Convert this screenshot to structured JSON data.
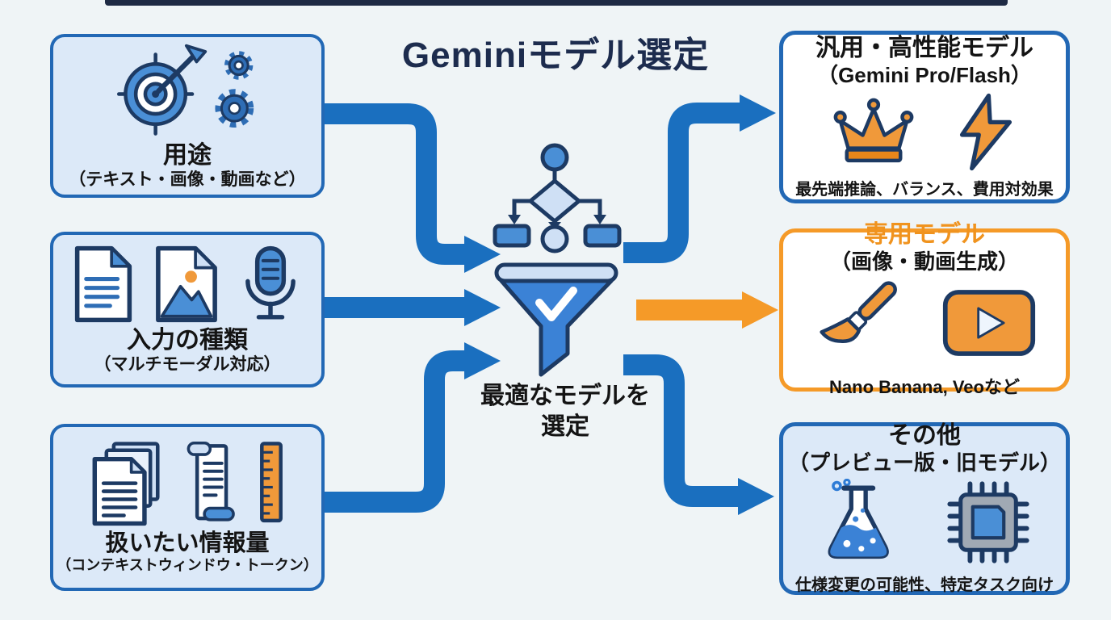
{
  "title": "Geminiモデル選定",
  "colors": {
    "background": "#eff4f6",
    "box_fill": "#dce9f8",
    "border_blue": "#2268b5",
    "arrow_blue": "#1a6fbf",
    "arrow_orange": "#f59a28",
    "icon_navy": "#1d3a63",
    "icon_blue": "#4a8fd6",
    "icon_blue_dark": "#2e6db5",
    "icon_light_blue": "#cfe0f5",
    "icon_orange": "#f0993a",
    "title_navy": "#1d2c4e",
    "heading_orange": "#f0931e"
  },
  "center": {
    "line1": "最適なモデルを",
    "line2": "選定",
    "icon": "funnel-flowchart-icon"
  },
  "inputs": [
    {
      "label": "用途",
      "sub": "（テキスト・画像・動画など）",
      "icons": [
        "target-icon",
        "gears-icon"
      ]
    },
    {
      "label": "入力の種類",
      "sub": "（マルチモーダル対応）",
      "icons": [
        "document-icon",
        "image-icon",
        "microphone-icon"
      ]
    },
    {
      "label": "扱いたい情報量",
      "sub": "（コンテキストウィンドウ・トークン）",
      "icons": [
        "documents-stack-icon",
        "scroll-icon",
        "ruler-icon"
      ]
    }
  ],
  "outputs": [
    {
      "heading": "汎用・高性能モデル",
      "sub": "（Gemini Pro/Flash）",
      "caption": "最先端推論、バランス、費用対効果",
      "icons": [
        "crown-icon",
        "lightning-icon"
      ],
      "accent": "blue"
    },
    {
      "heading": "専用モデル",
      "sub": "（画像・動画生成）",
      "caption": "Nano Banana, Veoなど",
      "icons": [
        "paintbrush-icon",
        "video-play-icon"
      ],
      "accent": "orange"
    },
    {
      "heading": "その他",
      "sub": "（プレビュー版・旧モデル）",
      "caption": "仕様変更の可能性、特定タスク向け",
      "icons": [
        "flask-icon",
        "chip-icon"
      ],
      "accent": "blue"
    }
  ],
  "connections": [
    {
      "from": "用途",
      "to": "最適なモデルを選定",
      "color": "blue"
    },
    {
      "from": "入力の種類",
      "to": "最適なモデルを選定",
      "color": "blue"
    },
    {
      "from": "扱いたい情報量",
      "to": "最適なモデルを選定",
      "color": "blue"
    },
    {
      "from": "最適なモデルを選定",
      "to": "汎用・高性能モデル",
      "color": "blue"
    },
    {
      "from": "最適なモデルを選定",
      "to": "専用モデル",
      "color": "orange"
    },
    {
      "from": "最適なモデルを選定",
      "to": "その他",
      "color": "blue"
    }
  ]
}
